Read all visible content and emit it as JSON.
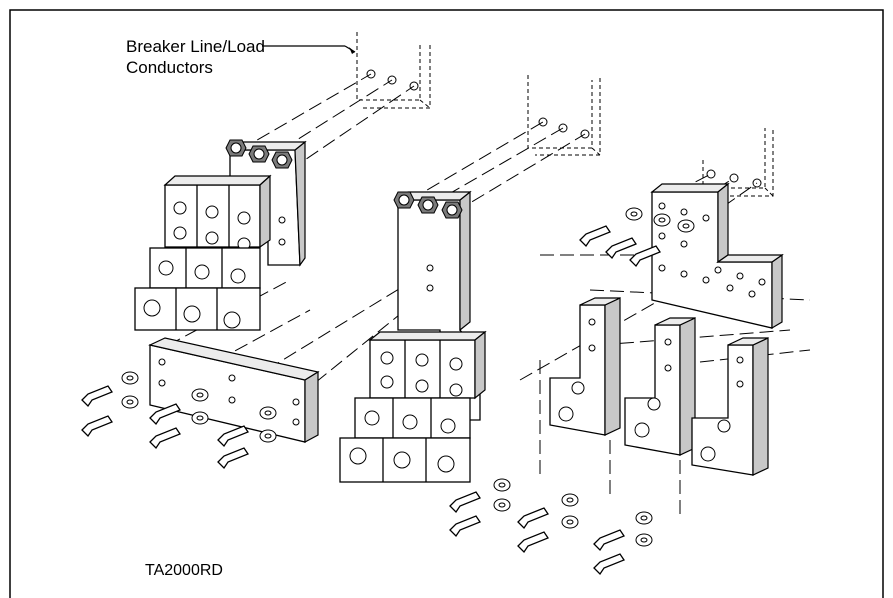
{
  "callout": {
    "line1": "Breaker Line/Load",
    "line2": "Conductors"
  },
  "figure_code": "TA2000RD"
}
